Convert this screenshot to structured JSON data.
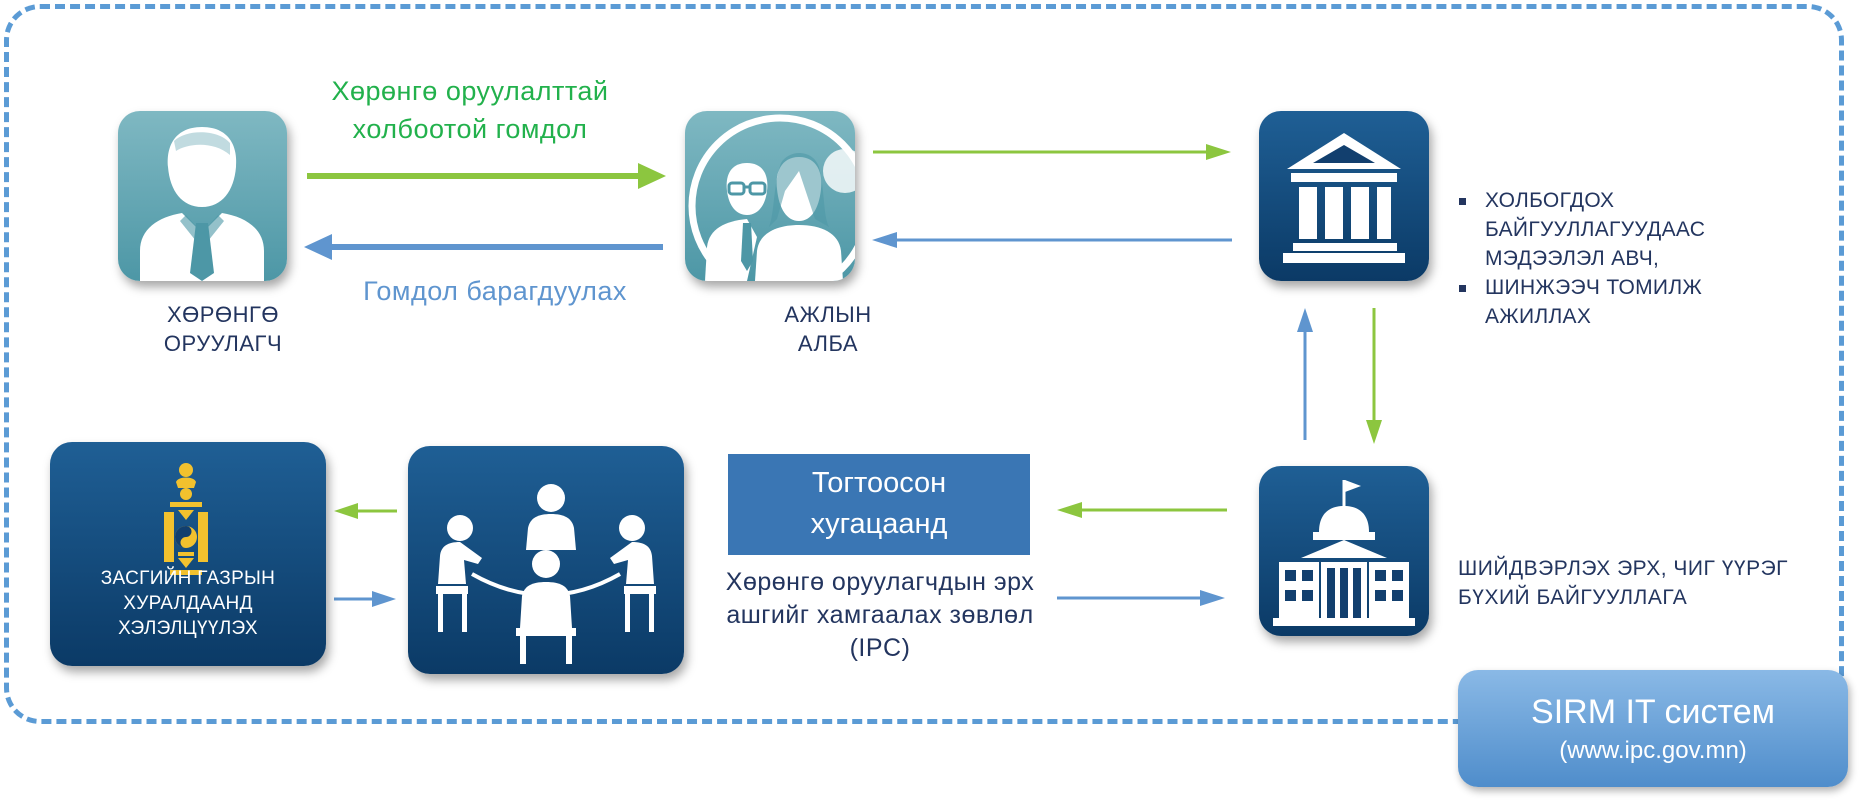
{
  "labels": {
    "complaint_top": [
      "Хөрөнгө оруулалттай",
      "холбоотой гомдол"
    ],
    "complaint_bottom": "Гомдол барагдуулах",
    "investor": [
      "ХӨРӨНГӨ",
      "ОРУУЛАГЧ"
    ],
    "office": [
      "АЖЛЫН",
      "АЛБА"
    ],
    "bullets": [
      "ХОЛБОГДОХ БАЙГУУЛЛАГУУДААС МЭДЭЭЛЭЛ АВЧ,",
      "ШИНЖЭЭЧ ТОМИЛЖ АЖИЛЛАХ"
    ],
    "government": [
      "ЗАСГИЙН ГАЗРЫН",
      "ХУРАЛДААНД",
      "ХЭЛЭЛЦҮҮЛЭХ"
    ],
    "term_box": [
      "Тогтоосон",
      "хугацаанд"
    ],
    "council": [
      "Хөрөнгө оруулагчдын эрх",
      "ашгийг хамгаалах зөвлөл",
      "(IPC)"
    ],
    "decision_org": [
      "ШИЙДВЭРЛЭХ ЭРХ, ЧИГ ҮҮРЭГ",
      "БҮХИЙ БАЙГУУЛЛАГА"
    ]
  },
  "sirm": {
    "title": "SIRM IT систем",
    "url": "(www.ipc.gov.mn)"
  },
  "colors": {
    "frame": "#5b9bd5",
    "arrow_green": "#8cc63f",
    "arrow_blue": "#5f95cf",
    "tile_teal": "#5ea5b2",
    "tile_navy": "#123f6e",
    "text_navy": "#23355f",
    "emblem_gold": "#f2c12e"
  },
  "icons": {
    "investor": "person-with-tie-icon",
    "office": "two-people-icon",
    "institution": "classical-building-icon",
    "decision": "government-building-icon",
    "government": "soyombo-emblem-icon",
    "council": "meeting-table-icon"
  }
}
